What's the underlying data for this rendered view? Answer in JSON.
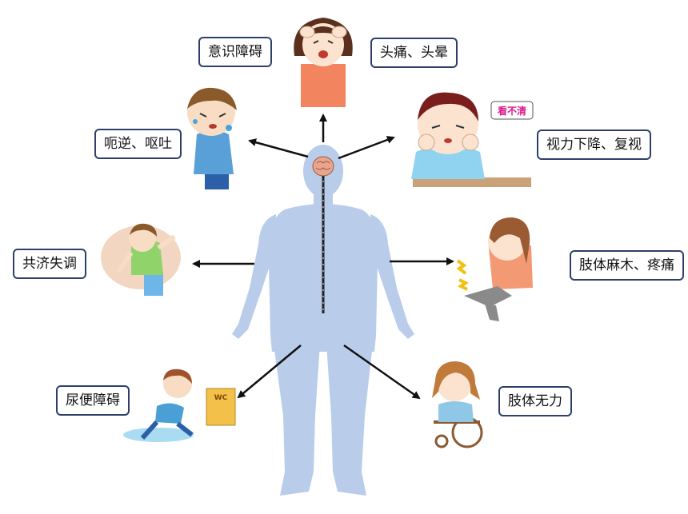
{
  "diagram": {
    "nodes": [
      {
        "id": "consciousness",
        "label": "意识障碍"
      },
      {
        "id": "headache",
        "label": "头痛、头晕"
      },
      {
        "id": "nausea",
        "label": "呃逆、呕吐"
      },
      {
        "id": "vision",
        "label": "视力下降、复视"
      },
      {
        "id": "ataxia",
        "label": "共济失调"
      },
      {
        "id": "numbness",
        "label": "肢体麻木、疼痛"
      },
      {
        "id": "incontinence",
        "label": "尿便障碍"
      },
      {
        "id": "weakness",
        "label": "肢体无力"
      }
    ],
    "vision_sign": "看不清",
    "wc_sign": "WC"
  },
  "colors": {
    "body": "#b9cdea",
    "label_border": "#2f3f6b",
    "arrow": "#111111",
    "sign_text": "#e0198c"
  }
}
